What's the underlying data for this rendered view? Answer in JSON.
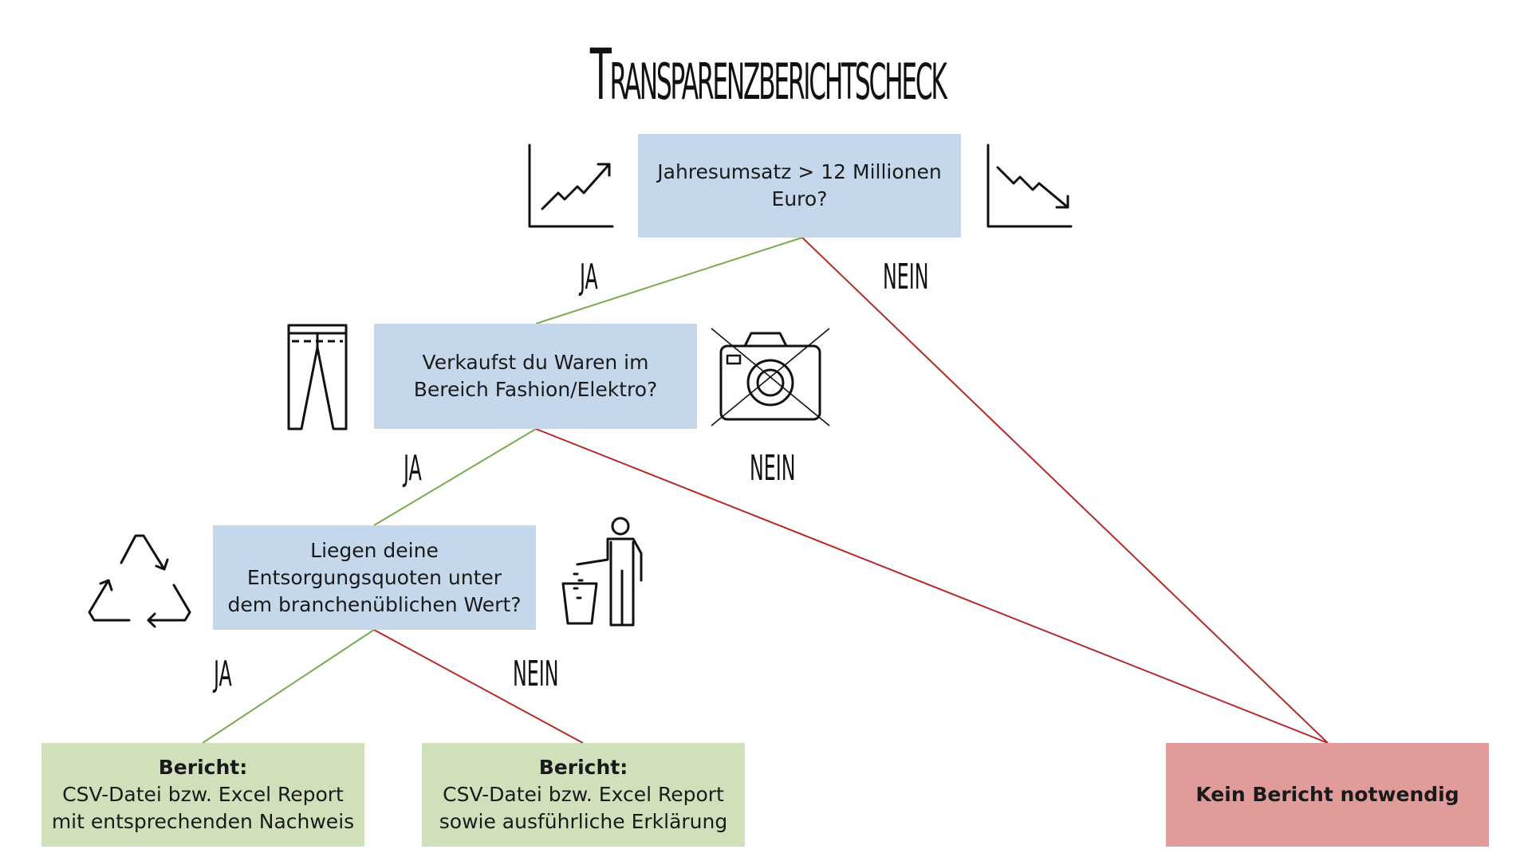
{
  "title": "Transparenzberichtscheck",
  "nodes": {
    "q1": {
      "text": "Jahresumsatz > 12 Millionen Euro?"
    },
    "q2": {
      "text": "Verkaufst du Waren im Bereich Fashion/Elektro?"
    },
    "q3": {
      "text": "Liegen deine Entsorgungsquoten unter dem branchenüblichen Wert?"
    },
    "r1": {
      "heading": "Bericht:",
      "line1": "CSV-Datei bzw. Excel Report",
      "line2": "mit entsprechenden Nachweis"
    },
    "r2": {
      "heading": "Bericht:",
      "line1": "CSV-Datei bzw. Excel Report",
      "line2": "sowie ausführliche Erklärung"
    },
    "r3": {
      "text": "Kein Bericht notwendig"
    }
  },
  "edges": {
    "q1_yes": "JA",
    "q1_no": "NEIN",
    "q2_yes": "JA",
    "q2_no": "NEIN",
    "q3_yes": "JA",
    "q3_no": "NEIN"
  },
  "colors": {
    "question": "#c5d8eb",
    "report": "#cfe0bb",
    "no_report": "#e09b9a",
    "yes_line": "#7aab4e",
    "no_line": "#b52a2a"
  },
  "icons": [
    "chart-up-icon",
    "chart-down-icon",
    "trousers-icon",
    "camera-crossed-icon",
    "recycle-icon",
    "person-trash-icon"
  ]
}
